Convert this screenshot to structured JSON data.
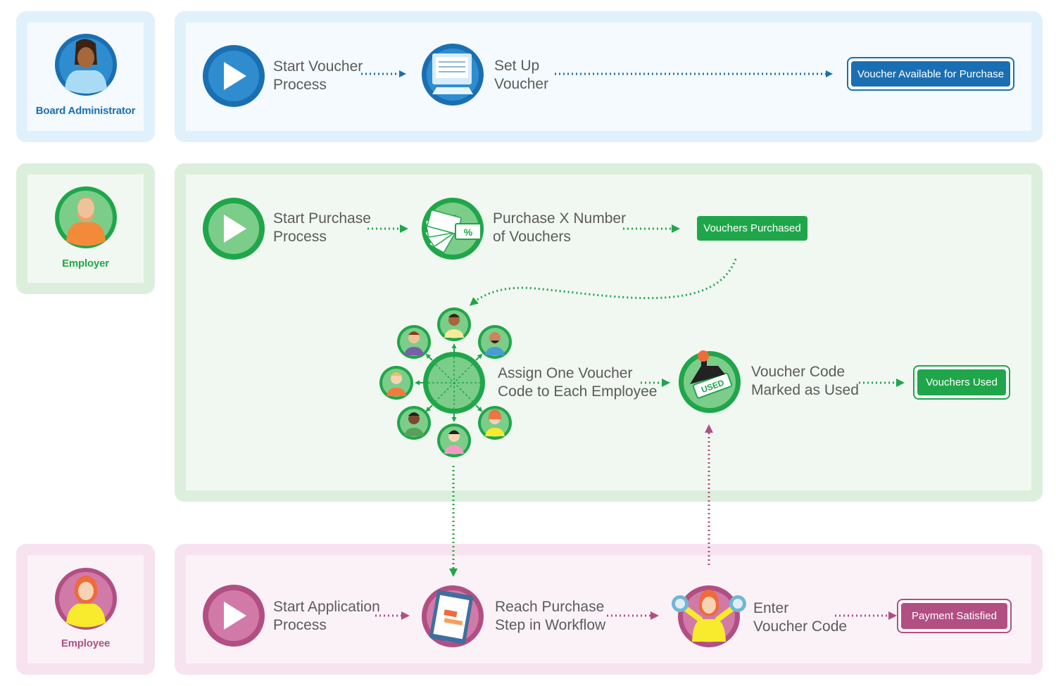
{
  "lanes": {
    "board_admin": {
      "role": "Board Administrator",
      "color": "#1a6fb3"
    },
    "employer": {
      "role": "Employer",
      "color": "#1fa64a"
    },
    "employee": {
      "role": "Employee",
      "color": "#b14f83"
    }
  },
  "board_steps": {
    "start": [
      "Start Voucher",
      "Process"
    ],
    "setup": [
      "Set Up",
      "Voucher"
    ],
    "result": "Voucher Available for Purchase"
  },
  "employer_steps": {
    "start": [
      "Start Purchase",
      "Process"
    ],
    "purchase": [
      "Purchase X Number",
      "of Vouchers"
    ],
    "purchased": "Vouchers Purchased",
    "assign": [
      "Assign One Voucher",
      "Code to Each Employee"
    ],
    "marked": [
      "Voucher Code",
      "Marked as Used"
    ],
    "used": "Vouchers Used"
  },
  "employee_steps": {
    "start": [
      "Start Application",
      "Process"
    ],
    "reach": [
      "Reach Purchase",
      "Step in Workflow"
    ],
    "enter": [
      "Enter",
      "Voucher Code"
    ],
    "result": "Payment Satisfied"
  },
  "icons": {
    "play": "play-icon",
    "computer": "computer-icon",
    "vouchers": "voucher-stack-icon",
    "stamp": "used-stamp-icon",
    "tablet": "tablet-icon",
    "cheerleader": "cheerleader-icon"
  }
}
